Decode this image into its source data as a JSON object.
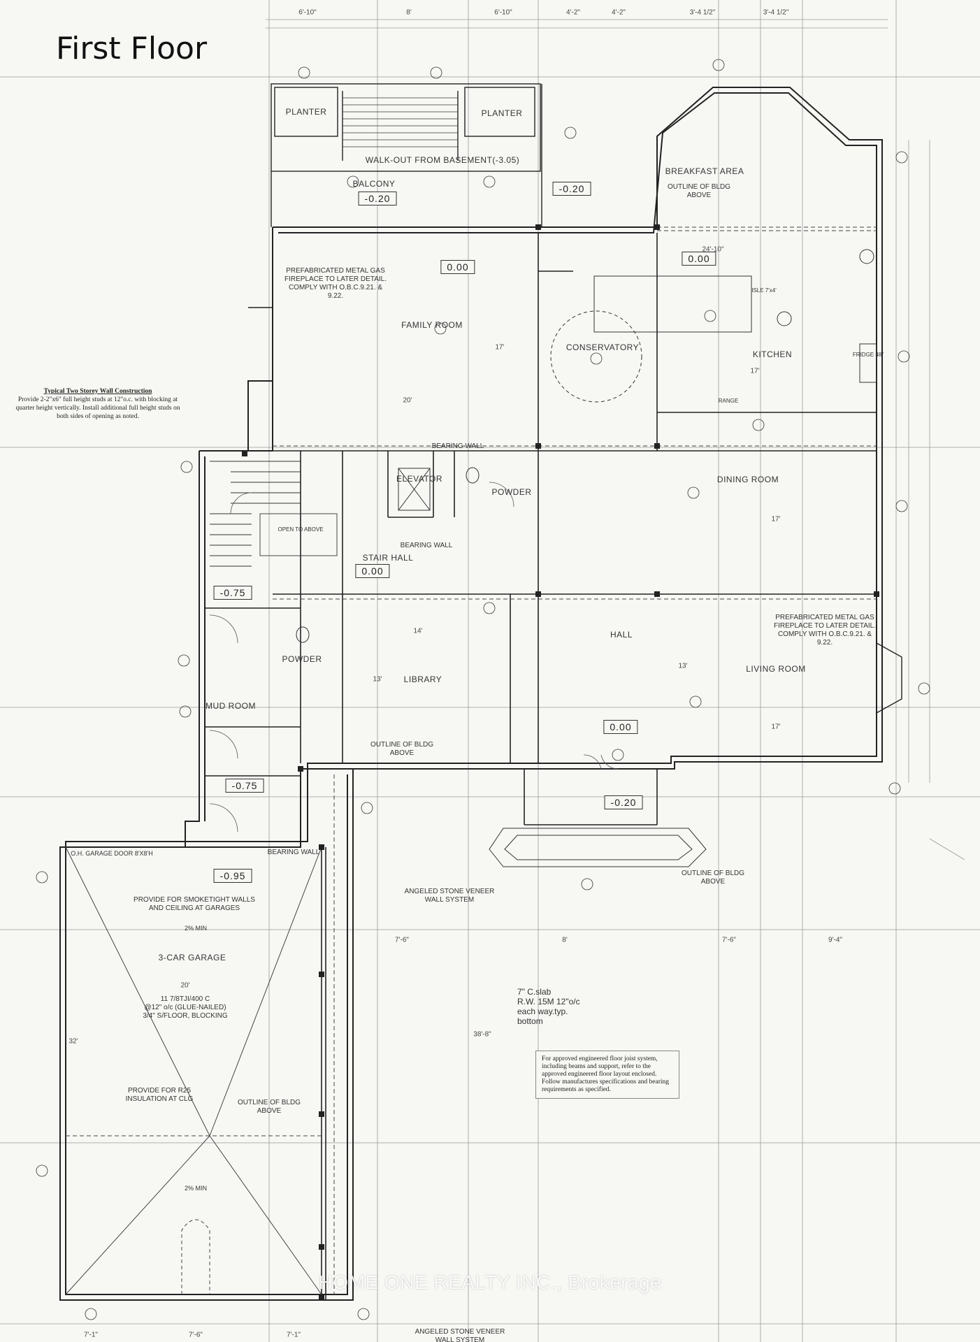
{
  "heading": "First Floor",
  "rooms": {
    "planter_left": "PLANTER",
    "planter_right": "PLANTER",
    "walkout": "WALK-OUT FROM BASEMENT(-3.05)",
    "balcony": "BALCONY",
    "breakfast": "BREAKFAST AREA",
    "family": "FAMILY ROOM",
    "conservatory": "CONSERVATORY",
    "kitchen": "KITCHEN",
    "dining": "DINING ROOM",
    "elevator": "ELEVATOR",
    "powder_upper": "POWDER",
    "stair_hall": "STAIR HALL",
    "library": "LIBRARY",
    "hall": "HALL",
    "living": "LIVING ROOM",
    "powder_lower": "POWDER",
    "mud_room": "MUD ROOM",
    "garage": "3-CAR GARAGE"
  },
  "levels": {
    "balcony": "-0.20",
    "deck": "-0.20",
    "family": "0.00",
    "kitchen": "0.00",
    "stair": "0.00",
    "stair_side": "-0.75",
    "mud": "-0.75",
    "garage": "-0.95",
    "hall": "0.00",
    "entry": "-0.20"
  },
  "notes": {
    "fireplace_family": "PREFABRICATED METAL GAS FIREPLACE TO LATER DETAIL. COMPLY WITH O.B.C.9.21. & 9.22.",
    "fireplace_living": "PREFABRICATED METAL GAS FIREPLACE TO LATER DETAIL. COMPLY WITH O.B.C.9.21. & 9.22.",
    "bldg_above_1": "OUTLINE OF BLDG ABOVE",
    "bldg_above_2": "OUTLINE OF BLDG ABOVE",
    "bldg_above_3": "OUTLINE OF BLDG ABOVE",
    "bldg_above_4": "OUTLINE OF BLDG ABOVE",
    "garage_walls": "PROVIDE FOR SMOKETIGHT WALLS AND CEILING AT GARAGES",
    "garage_insul": "PROVIDE FOR R25 INSULATION AT CLG",
    "garage_joist": "11 7/8TJI/400 C\n@12\" o/c (GLUE-NAILED)\n3/4\" S/FLOOR, BLOCKING",
    "stone_veneer_1": "ANGELED STONE VENEER WALL SYSTEM",
    "stone_veneer_2": "ANGELED STONE VENEER WALL SYSTEM",
    "slab": "7\" C.slab\nR.W. 15M 12\"o/c\neach way.typ.\nbottom",
    "bearing_wall": "BEARING WALL",
    "open_above": "OPEN TO ABOVE",
    "typ_title": "Typical Two Storey Wall Construction",
    "typ_body": "Provide 2-2\"x6\" full height studs at 12\"o.c. with blocking at quarter height vertically. Install additional full height studs on both sides of opening as noted.",
    "box": "For approved engineered floor joist system, including beams and support, refer to the approved engineered floor layout enclosed. Follow manufactures specifications and bearing requirements as specified.",
    "isle": "ISLE 7'x4'",
    "fridge": "FRIDGE 48\"",
    "range": "RANGE",
    "garage_door_1": "O.H. GARAGE DOOR 8'X8'H",
    "two_pct": "2% MIN",
    "two_pct_2": "2% MIN"
  },
  "dims": {
    "top_1": "6'-10\"",
    "top_2": "8'",
    "top_3": "6'-10\"",
    "top_4": "4'-2\"",
    "top_5": "4'-2\"",
    "top_6": "3'-4 1/2\"",
    "top_7": "3'-4 1/2\"",
    "fam_w": "20'",
    "fam_h": "17'",
    "kit_w": "24'-10\"",
    "kit_17": "17'",
    "din_17": "17'",
    "liv_17": "17'",
    "liv_13": "13'",
    "lib_14": "14'",
    "lib_13": "13'",
    "gar_32": "32'",
    "gar_20": "20'",
    "gar_3": "38'-8\"",
    "bot_1": "7'-1\"",
    "bot_2": "7'-6\"",
    "bot_3": "7'-1\"",
    "mid_1": "7'-6\"",
    "mid_2": "8'",
    "mid_3": "7'-6\"",
    "mid_4": "9'-4\""
  },
  "watermark": "HOME ONE REALTY INC., Brokerage"
}
